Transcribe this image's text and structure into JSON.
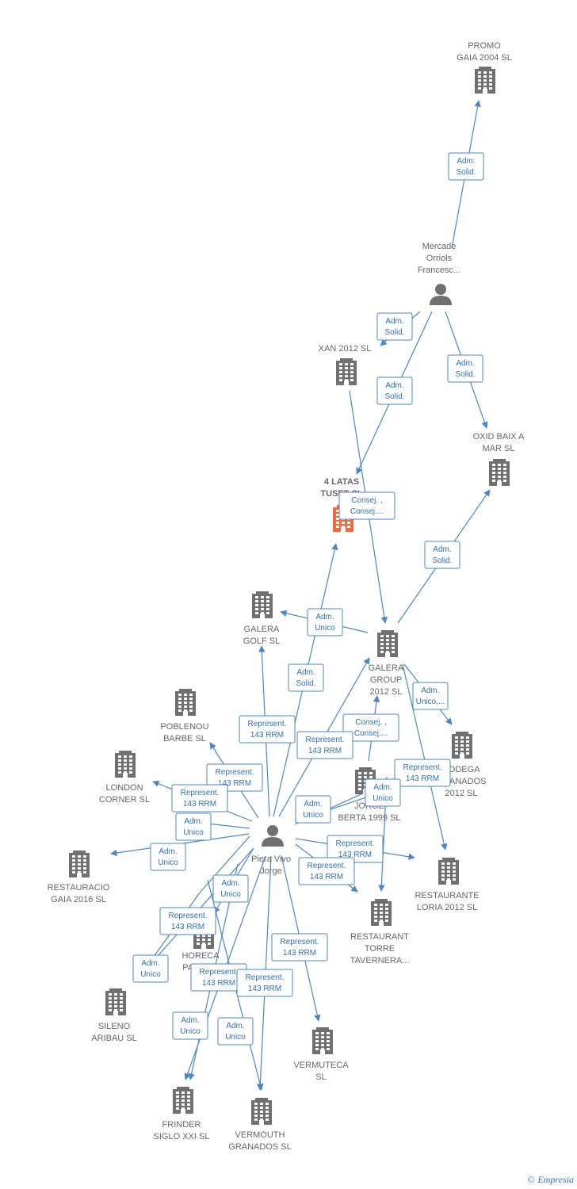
{
  "colors": {
    "edge": "#4a86c8",
    "node": "#707070",
    "focus": "#f26b3a"
  },
  "footer": {
    "copyright": "©",
    "brand": "Empresia"
  },
  "nodes": [
    {
      "id": "promo",
      "type": "company",
      "lines": [
        "PROMO",
        "GAIA 2004  SL"
      ]
    },
    {
      "id": "mercade",
      "type": "person",
      "lines": [
        "Mercade",
        "Orriols",
        "Francesc..."
      ]
    },
    {
      "id": "xan",
      "type": "company",
      "lines": [
        "XAN 2012 SL"
      ]
    },
    {
      "id": "oxid",
      "type": "company",
      "lines": [
        "OXID BAIX A",
        "MAR  SL"
      ]
    },
    {
      "id": "latas",
      "type": "company",
      "focus": true,
      "lines": [
        "4 LATAS",
        "TUSET  SL"
      ]
    },
    {
      "id": "galeragolf",
      "type": "company",
      "lines": [
        "GALERA",
        "GOLF  SL"
      ]
    },
    {
      "id": "galeragrp",
      "type": "company",
      "lines": [
        "GALERA",
        "GROUP",
        "2012  SL"
      ]
    },
    {
      "id": "poblenou",
      "type": "company",
      "lines": [
        "POBLENOU",
        "BARBE  SL"
      ]
    },
    {
      "id": "bodega",
      "type": "company",
      "lines": [
        "BODEGA",
        "GRANADOS",
        "2012  SL"
      ]
    },
    {
      "id": "london",
      "type": "company",
      "lines": [
        "LONDON",
        "CORNER  SL"
      ]
    },
    {
      "id": "jorge",
      "type": "company",
      "lines": [
        "JORGE",
        "BERTA 1999 SL"
      ]
    },
    {
      "id": "piera",
      "type": "person",
      "lines": [
        "Piera Vivo",
        "Jorge"
      ]
    },
    {
      "id": "gaia",
      "type": "company",
      "lines": [
        "RESTAURACIO",
        "GAIA 2016  SL"
      ]
    },
    {
      "id": "loria",
      "type": "company",
      "lines": [
        "RESTAURANTE",
        "LORIA 2012  SL"
      ]
    },
    {
      "id": "horeca",
      "type": "company",
      "lines": [
        "HORECA",
        "PARTN..."
      ]
    },
    {
      "id": "torre",
      "type": "company",
      "lines": [
        "RESTAURANT",
        "TORRE",
        "TAVERNERA..."
      ]
    },
    {
      "id": "sileno",
      "type": "company",
      "lines": [
        "SILENO",
        "ARIBAU  SL"
      ]
    },
    {
      "id": "vermuteca",
      "type": "company",
      "lines": [
        "VERMUTECA",
        "SL"
      ]
    },
    {
      "id": "frinder",
      "type": "company",
      "lines": [
        "FRINDER",
        "SIGLO XXI  SL"
      ]
    },
    {
      "id": "vermouth",
      "type": "company",
      "lines": [
        "VERMOUTH",
        "GRANADOS  SL"
      ]
    }
  ],
  "edges": [
    {
      "from": "mercade",
      "to": "promo",
      "lines": [
        "Adm.",
        "Solid."
      ]
    },
    {
      "from": "mercade",
      "to": "xan",
      "lines": [
        "Adm.",
        "Solid."
      ]
    },
    {
      "from": "mercade",
      "to": "oxid",
      "lines": [
        "Adm.",
        "Solid."
      ]
    },
    {
      "from": "mercade",
      "to": "latas",
      "lines": [
        "Adm.",
        "Solid."
      ]
    },
    {
      "from": "xan",
      "to": "galeragrp",
      "lines": [
        "Consej. ,",
        "Consej...."
      ]
    },
    {
      "from": "galeragrp",
      "to": "oxid",
      "lines": [
        "Adm.",
        "Solid."
      ]
    },
    {
      "from": "galeragrp",
      "to": "galeragolf",
      "lines": [
        "Adm.",
        "Unico"
      ]
    },
    {
      "from": "galeragrp",
      "to": "bodega",
      "lines": [
        "Adm.",
        "Unico,..."
      ]
    },
    {
      "from": "galeragrp",
      "to": "loria",
      "lines": [
        "Adm.",
        "Unico"
      ]
    },
    {
      "from": "jorge",
      "to": "galeragrp",
      "lines": [
        "Consej. ,",
        "Consej...."
      ]
    },
    {
      "from": "piera",
      "to": "latas",
      "lines": [
        "Adm.",
        "Solid."
      ]
    },
    {
      "from": "piera",
      "to": "galeragolf",
      "lines": [
        "Represent.",
        "143 RRM"
      ]
    },
    {
      "from": "piera",
      "to": "galeragrp",
      "lines": [
        "Represent.",
        "143 RRM"
      ]
    },
    {
      "from": "piera",
      "to": "poblenou",
      "lines": [
        "Represent.",
        "143 RRM"
      ]
    },
    {
      "from": "piera",
      "to": "london",
      "lines": [
        "Represent.",
        "143 RRM"
      ]
    },
    {
      "from": "piera",
      "to": "bodega",
      "lines": [
        "Represent.",
        "143 RRM"
      ]
    },
    {
      "from": "piera",
      "to": "jorge",
      "lines": [
        "Adm.",
        "Unico"
      ]
    },
    {
      "from": "piera",
      "to": "torre",
      "lines": [
        "Adm.",
        "Unico"
      ]
    },
    {
      "from": "piera",
      "to": "loria",
      "lines": [
        "Represent.",
        "143 RRM"
      ]
    },
    {
      "from": "piera",
      "to": "torre",
      "lines": [
        "Represent.",
        "143 RRM"
      ]
    },
    {
      "from": "piera",
      "to": "gaia",
      "lines": [
        "Adm.",
        "Unico"
      ]
    },
    {
      "from": "piera",
      "to": "poblenou",
      "lines": [
        "Adm.",
        "Unico"
      ]
    },
    {
      "from": "piera",
      "to": "horeca",
      "lines": [
        "Adm.",
        "Unico"
      ]
    },
    {
      "from": "piera",
      "to": "horeca",
      "lines": [
        "Represent.",
        "143 RRM"
      ]
    },
    {
      "from": "piera",
      "to": "sileno",
      "lines": [
        "Adm.",
        "Unico"
      ]
    },
    {
      "from": "piera",
      "to": "vermuteca",
      "lines": [
        "Represent.",
        "143 RRM"
      ]
    },
    {
      "from": "piera",
      "to": "frinder",
      "lines": [
        "Represent.",
        "143 RRM"
      ]
    },
    {
      "from": "piera",
      "to": "vermouth",
      "lines": [
        "Represent.",
        "143 RRM"
      ]
    },
    {
      "from": "piera",
      "to": "frinder",
      "lines": [
        "Adm.",
        "Unico"
      ]
    },
    {
      "from": "piera",
      "to": "vermouth",
      "lines": [
        "Adm.",
        "Unico"
      ]
    }
  ]
}
